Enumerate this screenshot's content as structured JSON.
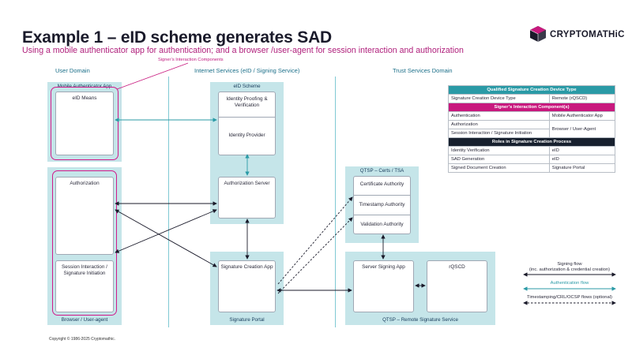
{
  "header": {
    "title": "Example 1 – eID scheme generates SAD",
    "subtitle": "Using a mobile authenticator app for authentication; and a browser /user-agent for session interaction and authorization",
    "logo_text": "CRYPTOMATHiC"
  },
  "domains": {
    "user": "User Domain",
    "internet": "Internet Services (eID / Signing Service)",
    "trust": "Trust Services Domain"
  },
  "callout": "Signer’s Interaction Components",
  "panels": {
    "mobile_app": "Mobile Authenticator App",
    "browser": "Browser / User-agent",
    "eid_scheme": "eID Scheme",
    "qtsp_certs": "QTSP – Certs / TSA",
    "signature_portal": "Signature Portal",
    "remote_signature_service": "QTSP – Remote Signature Service"
  },
  "boxes": {
    "eid_means": "eID Means",
    "authorization": "Authorization",
    "session_interaction": "Session Interaction / Signature Initiation",
    "identity_proofing": "Identity Proofing & Verification",
    "identity_provider": "Identity Provider",
    "authorization_server": "Authorization Server",
    "signature_creation_app": "Signature Creation App",
    "certificate_authority": "Certificate Authority",
    "timestamp_authority": "Timestamp Authority",
    "validation_authority": "Validation Authority",
    "server_signing_app": "Server Signing App",
    "rqscd": "rQSCD"
  },
  "table": {
    "section1_title": "Qualified Signature Creation Device Type",
    "section1_rows": [
      [
        "Signature Creation Device Type",
        "Remote (rQSCD)"
      ]
    ],
    "section2_title": "Signer’s Interaction Component(s)",
    "authentication_label": "Authentication",
    "authentication_value": "Mobile Authenticator App",
    "authorization_label": "Authorization",
    "session_label": "Session Interaction / Signature Initiation",
    "browser_value": "Browser / User-Agent",
    "section3_title": "Roles in Signature Creation Process",
    "section3_rows": [
      [
        "Identity Verification",
        "eID"
      ],
      [
        "SAD Generation",
        "eID"
      ],
      [
        "Signed Document Creation",
        "Signature Portal"
      ]
    ]
  },
  "legend": {
    "signing_flow": "Signing flow",
    "signing_flow_note": "(inc. authorization & credential creation)",
    "authentication_flow": "Authentication flow",
    "timestamping_flow": "Timestamping/CRL/OCSP flows (optional)"
  },
  "colors": {
    "panel": "#c5e5e9",
    "magenta": "#d21a8a",
    "teal": "#2a9aa6",
    "dark": "#17202e",
    "domain_text": "#1a6e88"
  },
  "footer": {
    "copyright": "Copyright © 1986-2025 Cryptomathic."
  }
}
